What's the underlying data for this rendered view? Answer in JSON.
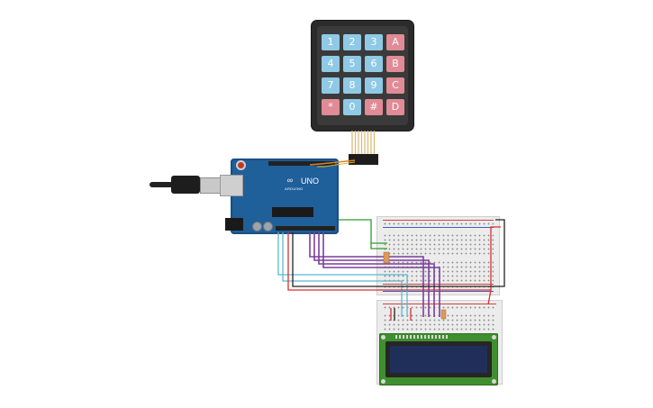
{
  "keypad": {
    "keys": [
      {
        "label": "1",
        "kind": "blue"
      },
      {
        "label": "2",
        "kind": "blue"
      },
      {
        "label": "3",
        "kind": "blue"
      },
      {
        "label": "A",
        "kind": "red"
      },
      {
        "label": "4",
        "kind": "blue"
      },
      {
        "label": "5",
        "kind": "blue"
      },
      {
        "label": "6",
        "kind": "blue"
      },
      {
        "label": "B",
        "kind": "red"
      },
      {
        "label": "7",
        "kind": "blue"
      },
      {
        "label": "8",
        "kind": "blue"
      },
      {
        "label": "9",
        "kind": "blue"
      },
      {
        "label": "C",
        "kind": "red"
      },
      {
        "label": "*",
        "kind": "red"
      },
      {
        "label": "0",
        "kind": "blue"
      },
      {
        "label": "#",
        "kind": "red"
      },
      {
        "label": "D",
        "kind": "red"
      }
    ]
  },
  "arduino": {
    "model": "UNO",
    "brand": "ARDUINO"
  },
  "colors": {
    "board": "#1f5f9a",
    "key_blue": "#8fc9e6",
    "key_red": "#e08b95",
    "wire_purple": "#7b3f9c",
    "wire_cyan": "#5ab8d0",
    "wire_red": "#d83030",
    "wire_black": "#222222",
    "wire_green": "#2e9a2e",
    "wire_orange": "#d9822b",
    "lcd_pcb": "#3f8f2e",
    "lcd_screen": "#1f2f5a"
  }
}
